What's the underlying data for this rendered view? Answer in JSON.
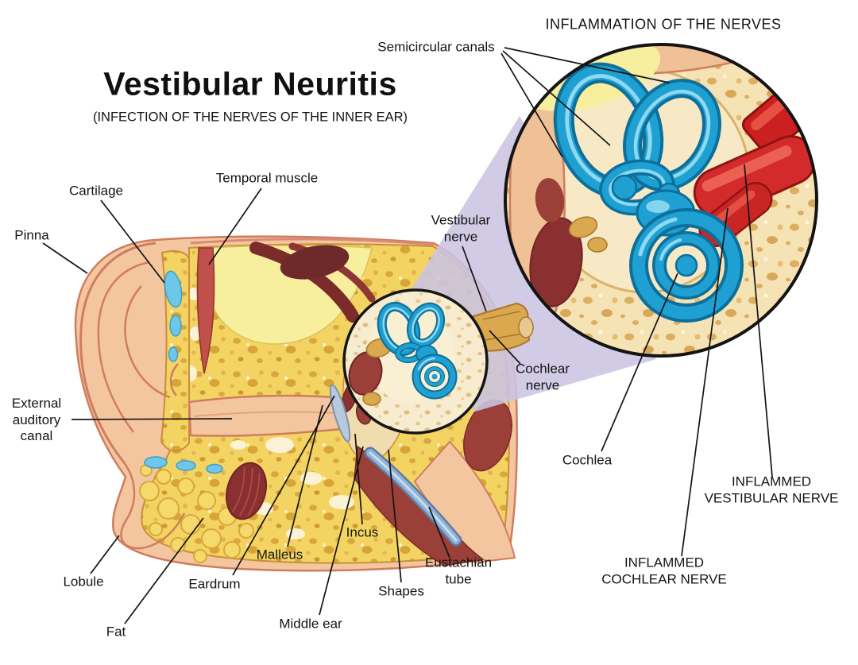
{
  "title": {
    "text": "Vestibular Neuritis",
    "subtitle": "(INFECTION OF THE NERVES OF THE INNER EAR)"
  },
  "inset": {
    "heading": "INFLAMMATION OF THE NERVES"
  },
  "labels": {
    "semicircular_canals": "Semicircular canals",
    "cartilage": "Cartilage",
    "temporal_muscle": "Temporal muscle",
    "pinna": "Pinna",
    "vestibular_nerve": "Vestibular nerve",
    "external_auditory_canal": "External auditory canal",
    "cochlear_nerve": "Cochlear nerve",
    "cochlea": "Cochlea",
    "inflamed_vestibular_nerve": "INFLAMMED VESTIBULAR NERVE",
    "inflamed_cochlear_nerve": "INFLAMMED COCHLEAR NERVE",
    "incus": "Incus",
    "malleus": "Malleus",
    "eustachian_tube": "Eustachian tube",
    "lobule": "Lobule",
    "eardrum": "Eardrum",
    "shapes": "Shapes",
    "middle_ear": "Middle ear",
    "fat": "Fat"
  },
  "palette": {
    "skin": "#f4c6a0",
    "skin_outline": "#cf7d5f",
    "bone_yellow": "#f3d462",
    "bone_speckle": "#d9a83c",
    "pale_yellow": "#f8ef9e",
    "canal_blue": "#1fa0d2",
    "canal_blue_dark": "#0d6f9a",
    "canal_blue_light": "#8fd8f2",
    "nerve_red": "#d32b2b",
    "muscle_maroon": "#8a3030",
    "lavender": "#cbc4e3",
    "cream": "#f6e3b5",
    "line_black": "#141414"
  }
}
